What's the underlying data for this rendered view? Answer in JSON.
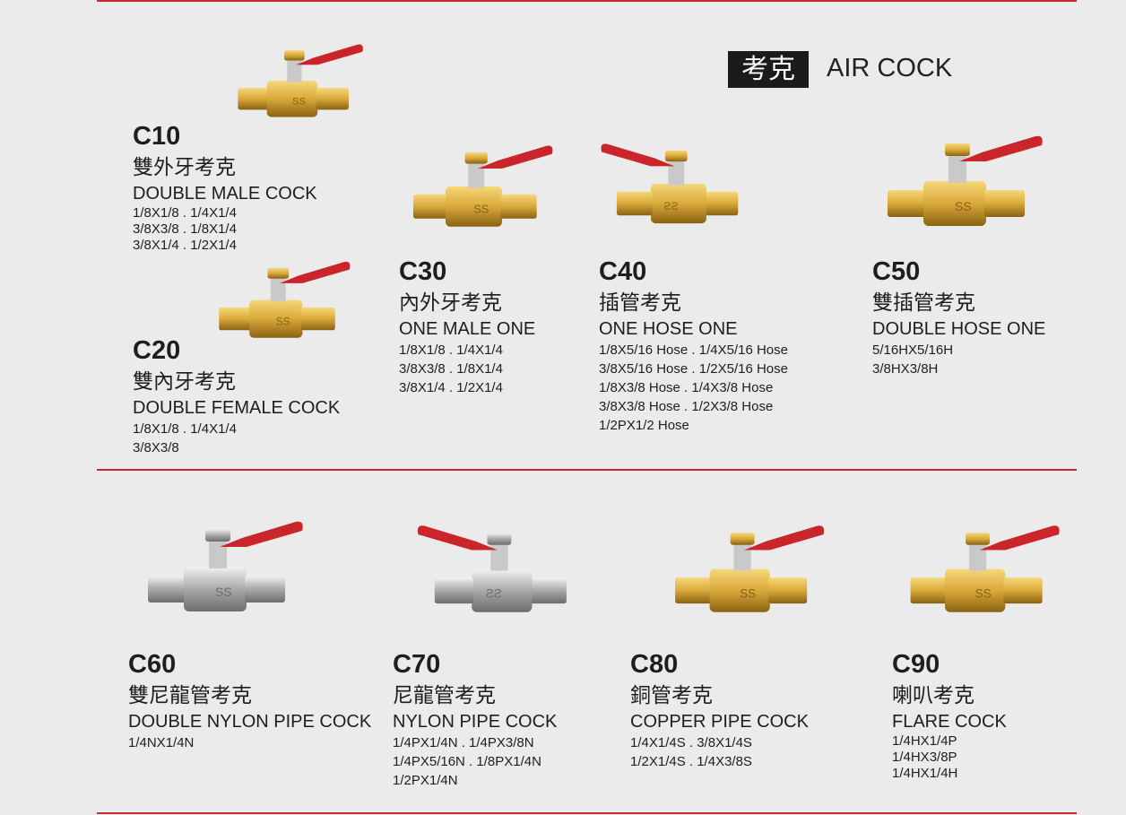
{
  "header": {
    "zh": "考克",
    "en": "AIR COCK"
  },
  "colors": {
    "rule": "#c8282e",
    "brass": "#d9a93a",
    "handle": "#c9252b",
    "silver": "#c8c8c8"
  },
  "products": [
    {
      "code": "C10",
      "zh": "雙外牙考克",
      "en": "DOUBLE MALE COCK",
      "specs": [
        "1/8X1/8 . 1/4X1/4",
        "3/8X3/8 . 1/8X1/4",
        "3/8X1/4 . 1/2X1/4"
      ],
      "finish": "brass"
    },
    {
      "code": "C20",
      "zh": "雙內牙考克",
      "en": "DOUBLE FEMALE COCK",
      "specs": [
        "1/8X1/8 . 1/4X1/4",
        "3/8X3/8"
      ],
      "finish": "brass"
    },
    {
      "code": "C30",
      "zh": "內外牙考克",
      "en": "ONE MALE ONE",
      "specs": [
        "1/8X1/8 . 1/4X1/4",
        "3/8X3/8 . 1/8X1/4",
        "3/8X1/4 . 1/2X1/4"
      ],
      "finish": "brass"
    },
    {
      "code": "C40",
      "zh": "插管考克",
      "en": "ONE HOSE ONE",
      "specs": [
        "1/8X5/16 Hose . 1/4X5/16 Hose",
        "3/8X5/16 Hose . 1/2X5/16 Hose",
        "1/8X3/8 Hose . 1/4X3/8 Hose",
        "3/8X3/8 Hose . 1/2X3/8 Hose",
        "1/2PX1/2 Hose"
      ],
      "finish": "brass"
    },
    {
      "code": "C50",
      "zh": "雙插管考克",
      "en": "DOUBLE HOSE ONE",
      "specs": [
        "5/16HX5/16H",
        "3/8HX3/8H"
      ],
      "finish": "brass"
    },
    {
      "code": "C60",
      "zh": "雙尼龍管考克",
      "en": "DOUBLE NYLON PIPE COCK",
      "specs": [
        "1/4NX1/4N"
      ],
      "finish": "silver"
    },
    {
      "code": "C70",
      "zh": "尼龍管考克",
      "en": "NYLON PIPE COCK",
      "specs": [
        "1/4PX1/4N . 1/4PX3/8N",
        "1/4PX5/16N . 1/8PX1/4N",
        "1/2PX1/4N"
      ],
      "finish": "silver"
    },
    {
      "code": "C80",
      "zh": "銅管考克",
      "en": "COPPER PIPE COCK",
      "specs": [
        "1/4X1/4S . 3/8X1/4S",
        "1/2X1/4S . 1/4X3/8S"
      ],
      "finish": "brass"
    },
    {
      "code": "C90",
      "zh": "喇叭考克",
      "en": "FLARE COCK",
      "specs": [
        "1/4HX1/4P",
        "1/4HX3/8P",
        "1/4HX1/4H"
      ],
      "finish": "brass"
    }
  ]
}
